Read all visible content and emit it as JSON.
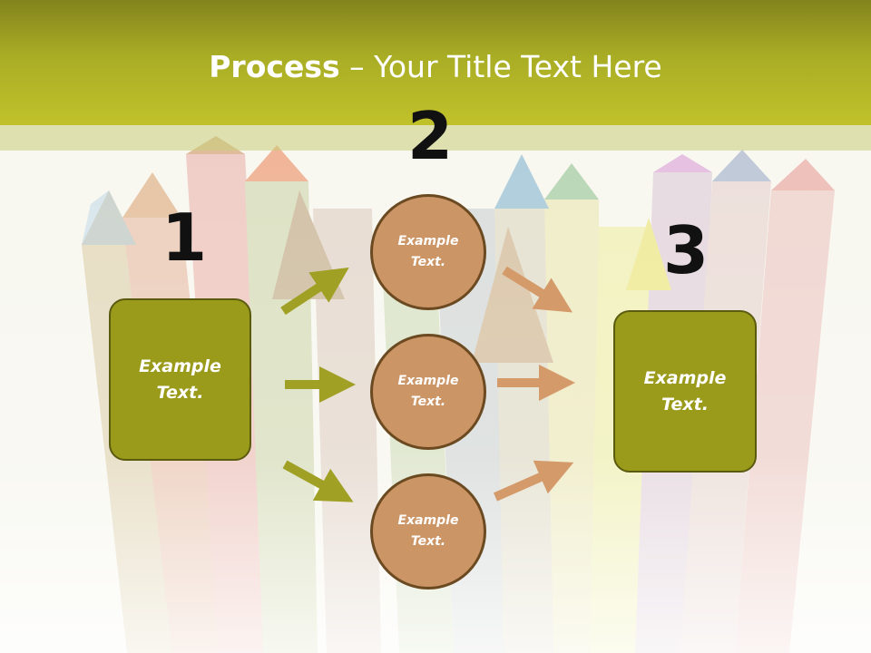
{
  "title": {
    "bold": "Process",
    "separator": " – ",
    "rest": "Your Title Text Here"
  },
  "numbers": [
    "1",
    "2",
    "3"
  ],
  "left_box": {
    "line1": "Example",
    "line2": "Text."
  },
  "right_box": {
    "line1": "Example",
    "line2": "Text."
  },
  "circles": [
    {
      "line1": "Example",
      "line2": "Text."
    },
    {
      "line1": "Example",
      "line2": "Text."
    },
    {
      "line1": "Example",
      "line2": "Text."
    }
  ],
  "colors": {
    "header": "#a9ad25",
    "box": "#9a9a1b",
    "circle": "#cc9566",
    "arrow_green": "#9fa024",
    "arrow_tan": "#d49a6a"
  }
}
